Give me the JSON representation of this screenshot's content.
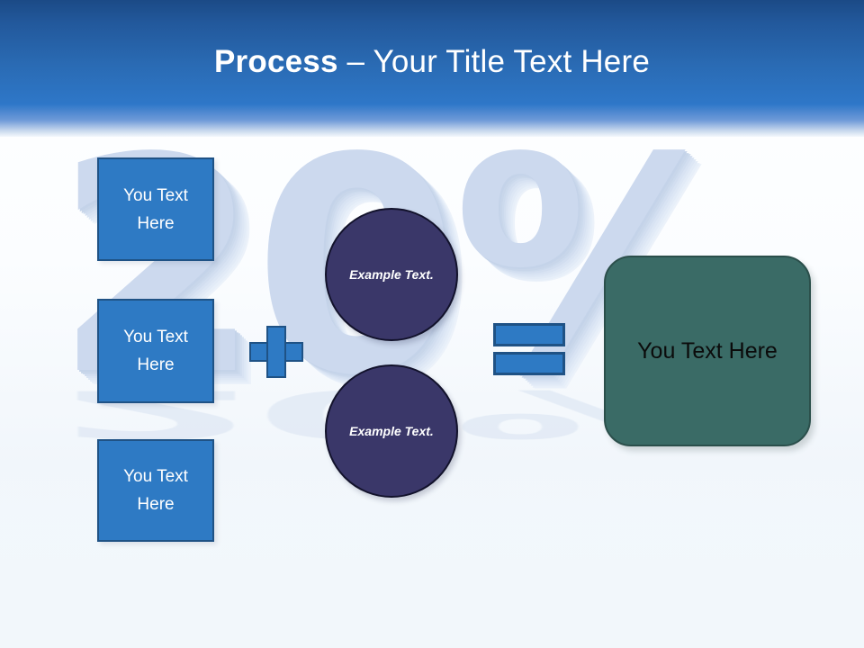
{
  "slide": {
    "background_color": "#f2f7fb",
    "watermark_text": "20%",
    "watermark_color": "#ccd9ee"
  },
  "header": {
    "title_bold": "Process",
    "title_rest": " – Your Title Text Here",
    "background_top_color": "#1b4a86",
    "background_bottom_color": "#2e77c8",
    "text_color": "#ffffff"
  },
  "inputs": {
    "accent_color": "#2e7ac4",
    "border_color": "#1f5285",
    "boxes": [
      {
        "label": "You Text Here"
      },
      {
        "label": "You Text Here"
      },
      {
        "label": "You Text Here"
      }
    ]
  },
  "operators": {
    "plus": "+",
    "equals": "="
  },
  "circles": {
    "fill_color": "#3a3769",
    "items": [
      {
        "label": "Example Text."
      },
      {
        "label": "Example Text."
      }
    ]
  },
  "result": {
    "label": "You Text Here",
    "fill_color": "#3a6b66",
    "text_color": "#0b0b0b"
  }
}
